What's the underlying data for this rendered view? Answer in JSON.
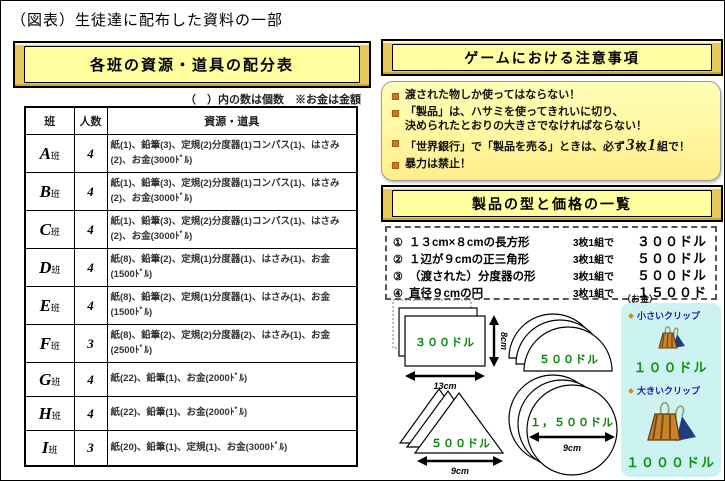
{
  "page_title": "（図表）生徒達に配布した資料の一部",
  "colors": {
    "banner_fill": "#ffffa0",
    "banner_bevel": "#e6c95c",
    "price_green": "#008800",
    "money_panel_bg": "#cdf2f2",
    "label_navy": "#1a1aa6"
  },
  "allocation": {
    "banner": "各班の資源・道具の配分表",
    "note": "（　）内の数は個数　※お金は金額",
    "headers": {
      "group": "班",
      "members": "人数",
      "resources": "資源・道具"
    },
    "rows": [
      {
        "letter": "A",
        "suffix": "班",
        "members": "4",
        "resources": "紙(1)、鉛筆(3)、定規(2)分度器(1)コンパス(1)、はさみ(2)、お金(3000ﾄﾞﾙ)"
      },
      {
        "letter": "B",
        "suffix": "班",
        "members": "4",
        "resources": "紙(1)、鉛筆(3)、定規(2)分度器(1)コンパス(1)、はさみ(2)、お金(3000ﾄﾞﾙ)"
      },
      {
        "letter": "C",
        "suffix": "班",
        "members": "4",
        "resources": "紙(1)、鉛筆(3)、定規(2)分度器(1)コンパス(1)、はさみ(2)、お金(3000ﾄﾞﾙ)"
      },
      {
        "letter": "D",
        "suffix": "班",
        "members": "4",
        "resources": "紙(8)、鉛筆(2)、定規(1)分度器(1)、はさみ(1)、お金(1500ﾄﾞﾙ)"
      },
      {
        "letter": "E",
        "suffix": "班",
        "members": "4",
        "resources": "紙(8)、鉛筆(2)、定規(1)分度器(1)、はさみ(1)、お金(1500ﾄﾞﾙ)"
      },
      {
        "letter": "F",
        "suffix": "班",
        "members": "3",
        "resources": "紙(8)、鉛筆(2)、定規(2)分度器(2)、はさみ(1)、お金(2500ﾄﾞﾙ)"
      },
      {
        "letter": "G",
        "suffix": "班",
        "members": "4",
        "resources": "紙(22)、鉛筆(1)、お金(2000ﾄﾞﾙ)"
      },
      {
        "letter": "H",
        "suffix": "班",
        "members": "4",
        "resources": "紙(22)、鉛筆(1)、お金(2000ﾄﾞﾙ)"
      },
      {
        "letter": "I",
        "suffix": "班",
        "members": "3",
        "resources": "紙(20)、鉛筆(1)、定規(1)、お金(3000ﾄﾞﾙ)"
      }
    ]
  },
  "notes": {
    "banner": "ゲームにおける注意事項",
    "item1": "渡された物しか使ってはならない！",
    "item2_line1": "「製品」は、ハサミを使ってきれいに切り、",
    "item2_line2": "決められたとおりの大きさでなければならない！",
    "item3": {
      "pre": "「世界銀行」で「製品を売る」ときは、必ず",
      "num1": "3",
      "mid": "枚",
      "num2": "1",
      "post": "組で！"
    },
    "item4": "暴力は禁止！"
  },
  "products": {
    "banner": "製品の型と価格の一覧",
    "items": [
      {
        "no": "①",
        "desc": "１３cm×８cmの長方形",
        "per": "3枚1組で",
        "price": "３００ドル"
      },
      {
        "no": "②",
        "desc": "１辺が９cmの正三角形",
        "per": "3枚1組で",
        "price": "５００ドル"
      },
      {
        "no": "③",
        "desc": "（渡された）分度器の形",
        "per": "3枚1組で",
        "price": "５００ドル"
      },
      {
        "no": "④",
        "desc": "直径９cmの円",
        "per": "3枚1組で",
        "price": "１５００ドル"
      }
    ]
  },
  "graphics": {
    "rectangle": {
      "price": "３００ドル",
      "width_label": "13cm",
      "height_label": "8cm"
    },
    "protractor": {
      "price": "５００ドル"
    },
    "triangle": {
      "price": "５００ドル",
      "base_label": "9cm"
    },
    "circle": {
      "price": "１，５００ドル",
      "diameter_label": "9cm"
    }
  },
  "money_panel": {
    "header": "（お金）",
    "small_clip_label": "小さいクリップ",
    "small_clip_price": "１００ドル",
    "large_clip_label": "大きいクリップ",
    "large_clip_price": "１０００ドル"
  }
}
